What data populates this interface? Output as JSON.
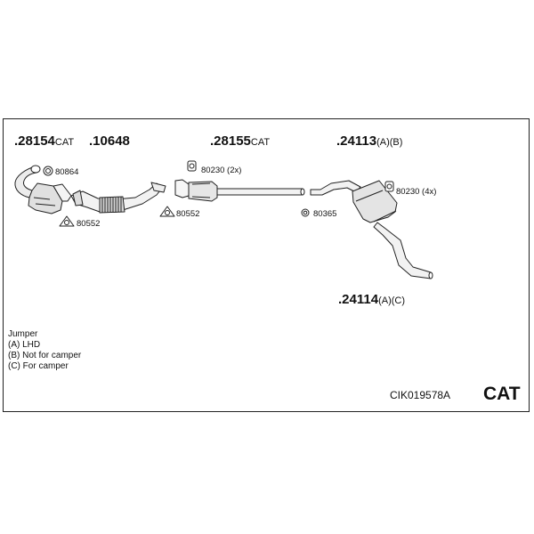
{
  "parts": {
    "p28154": {
      "number": ".28154",
      "suffix": "CAT"
    },
    "p10648": {
      "number": ".10648",
      "suffix": ""
    },
    "p28155": {
      "number": ".28155",
      "suffix": "CAT"
    },
    "p24113": {
      "number": ".24113",
      "suffix": "(A)(B)"
    },
    "p24114": {
      "number": ".24114",
      "suffix": "(A)(C)"
    }
  },
  "accessories": {
    "a80864": "80864",
    "a80552_left": "80552",
    "a80552_mid": "80552",
    "a80230_2x": "80230 (2x)",
    "a80230_4x": "80230 (4x)",
    "a80365": "80365"
  },
  "legend": {
    "vehicle": "Jumper",
    "line_a": "(A) LHD",
    "line_b": "(B) Not for camper",
    "line_c": "(C) For camper"
  },
  "kit_code": "CIK019578A",
  "category_tag": "CAT"
}
